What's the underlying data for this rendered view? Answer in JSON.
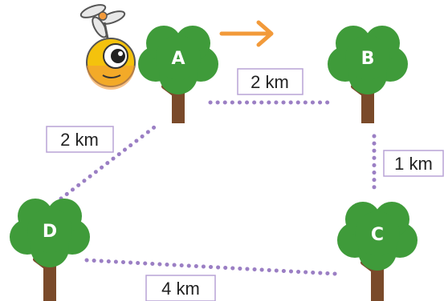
{
  "trees": [
    {
      "id": "A",
      "label": "A"
    },
    {
      "id": "B",
      "label": "B"
    },
    {
      "id": "C",
      "label": "C"
    },
    {
      "id": "D",
      "label": "D"
    }
  ],
  "edges": [
    {
      "from": "A",
      "to": "B",
      "label": "2 km"
    },
    {
      "from": "B",
      "to": "C",
      "label": "1 km"
    },
    {
      "from": "C",
      "to": "D",
      "label": "4 km"
    },
    {
      "from": "D",
      "to": "A",
      "label": "2 km"
    }
  ],
  "icons": {
    "character": "flying-robot-icon",
    "direction": "arrow-right-icon"
  },
  "colors": {
    "foliage": "#3f9b3a",
    "foliage_light": "#6cc24a",
    "trunk": "#7a4a2a",
    "dots": "#9b7fc4",
    "arrow": "#f29a3a",
    "robot_body": "#f4c20d",
    "label_border": "#b9a3d6"
  }
}
